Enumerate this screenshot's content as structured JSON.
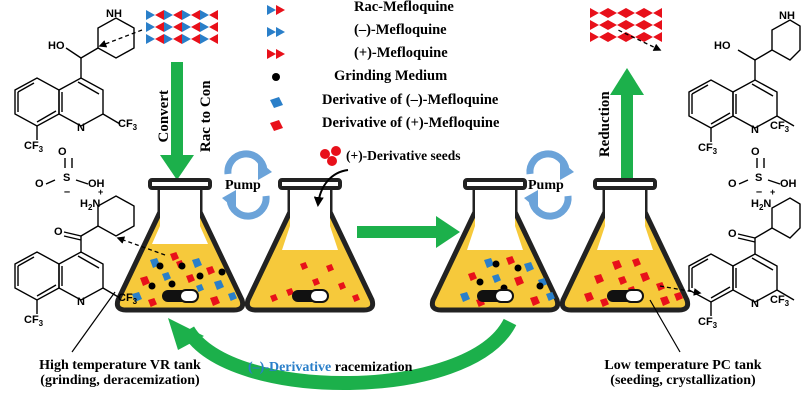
{
  "legend": {
    "items": [
      {
        "key": "rac",
        "label": "Rac-Mefloquine"
      },
      {
        "key": "minus",
        "label": "(–)-Mefloquine"
      },
      {
        "key": "plus",
        "label": "(+)-Mefloquine"
      },
      {
        "key": "medium",
        "label": "Grinding Medium"
      },
      {
        "key": "deriv_minus",
        "label": "Derivative of (–)-Mefloquine"
      },
      {
        "key": "deriv_plus",
        "label": "Derivative of (+)-Mefloquine"
      }
    ]
  },
  "labels": {
    "convert": "Convert",
    "rac_to_con": "Rac to Con",
    "reduction": "Reduction",
    "pump": "Pump",
    "seeds": "(+)-Derivative seeds",
    "racemization_colored": "(–)-Derivative",
    "racemization_rest": " racemization",
    "vr_tank_line1": "High temperature VR tank",
    "vr_tank_line2": "(grinding, deracemization)",
    "pc_tank_line1": "Low temperature PC tank",
    "pc_tank_line2": "(seeding, crystallization)"
  },
  "molecule_text": {
    "ho": "HO",
    "nh": "NH",
    "n": "N",
    "cf3": "CF",
    "cf3_sub": "3",
    "h2n": "H",
    "h2n_sub": "2",
    "h2n_n": "N",
    "o": "O",
    "oh": "OH",
    "s": "S",
    "plus": "+",
    "minus": "–"
  },
  "colors": {
    "red": "#e8101a",
    "blue": "#2a7fc9",
    "green": "#1cb04b",
    "pump_blue": "#6ba3d9",
    "liquid": "#f6c93b",
    "racemization_text": "#2a7fc9"
  }
}
